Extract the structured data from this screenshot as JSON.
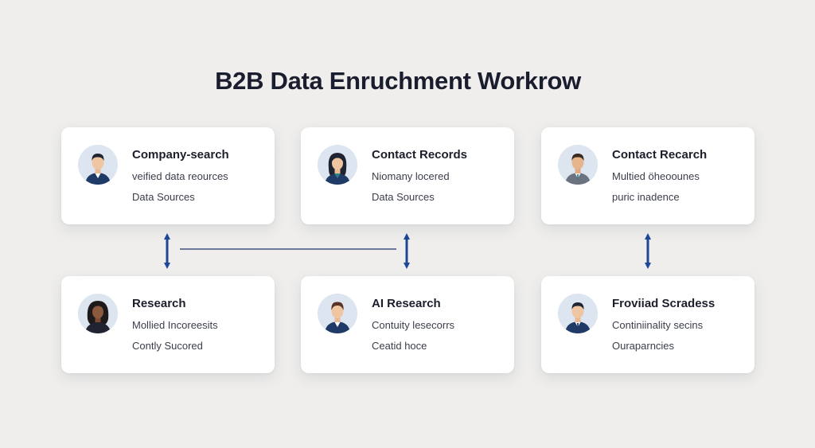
{
  "title": "B2B Data Enruchment Workrow",
  "cards": [
    {
      "title": "Company-search",
      "line1": "veified data reources",
      "line2": "Data Sources",
      "avatar": "man-avatar-icon"
    },
    {
      "title": "Contact Records",
      "line1": "Niomany locered",
      "line2": "Data Sources",
      "avatar": "woman-avatar-icon"
    },
    {
      "title": "Contact Recarch",
      "line1": "Multied öheoounes",
      "line2": "puric inadence",
      "avatar": "man-avatar-icon"
    },
    {
      "title": "Research",
      "line1": "Mollied Incoreesits",
      "line2": "Contly Sucored",
      "avatar": "woman-avatar-icon"
    },
    {
      "title": "AI Research",
      "line1": "Contuity lesecorrs",
      "line2": "Ceatid hoce",
      "avatar": "man-avatar-icon"
    },
    {
      "title": "Froviiad Scradess",
      "line1": "Continiinality secins",
      "line2": "Ouraparncies",
      "avatar": "man-avatar-icon"
    }
  ],
  "colors": {
    "background": "#efeeec",
    "card": "#ffffff",
    "arrow": "#1f4796",
    "connector_line": "#6c7a99",
    "avatar_bg": "#dde5f1",
    "suit": "#1f3a66"
  }
}
